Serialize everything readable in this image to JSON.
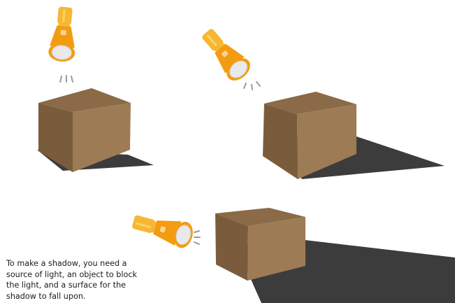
{
  "colors": {
    "background": "#ffffff",
    "shadow": "#3c3c3c",
    "box_top": "#8a6a47",
    "box_left": "#7a5c3c",
    "box_right": "#9d7b55",
    "flashlight_body": "#f7b733",
    "flashlight_body_light": "#fbd36a",
    "flashlight_head": "#f39c12",
    "lens": "#e9e9e9",
    "light_rays": "#9a9a9a"
  },
  "icons": {
    "light_source": "flashlight-icon",
    "object": "box-icon",
    "shadow": "shadow-shape",
    "rays": "light-rays-icon"
  },
  "caption": {
    "lines": [
      "To make a shadow, you need a",
      "source of light, an object to block",
      "the light, and a surface for the",
      "shadow to fall upon."
    ]
  }
}
